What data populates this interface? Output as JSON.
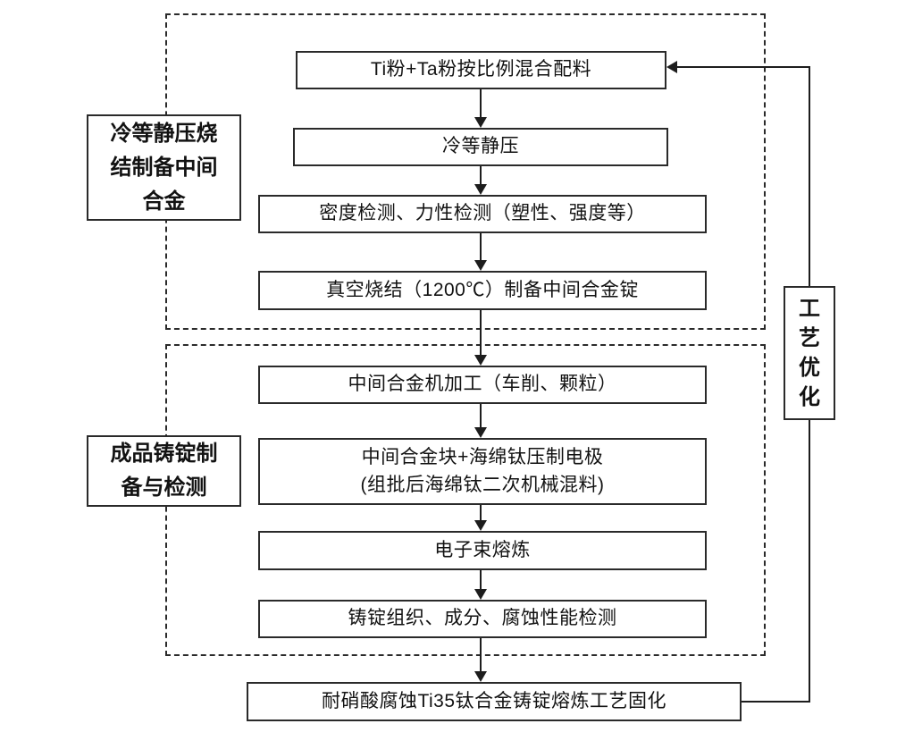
{
  "diagram": {
    "stage1": {
      "label": "冷等静压烧结制备中间合金",
      "steps": {
        "mix": "Ti粉+Ta粉按比例混合配料",
        "cip": "冷等静压",
        "density_test": "密度检测、力性检测（塑性、强度等）",
        "vacuum_sinter": "真空烧结（1200℃）制备中间合金锭"
      }
    },
    "stage2": {
      "label": "成品铸锭制备与检测",
      "steps": {
        "machining": "中间合金机加工（车削、颗粒）",
        "electrode_line1": "中间合金块+海绵钛压制电极",
        "electrode_line2": "(组批后海绵钛二次机械混料)",
        "eb_melting": "电子束熔炼",
        "ingot_test": "铸锭组织、成分、腐蚀性能检测"
      }
    },
    "final_step": "耐硝酸腐蚀Ti35钛合金铸锭熔炼工艺固化",
    "feedback_label": "工艺优化",
    "colors": {
      "line": "#1d1d1d",
      "border": "#2a2a2a",
      "background": "#ffffff"
    }
  }
}
